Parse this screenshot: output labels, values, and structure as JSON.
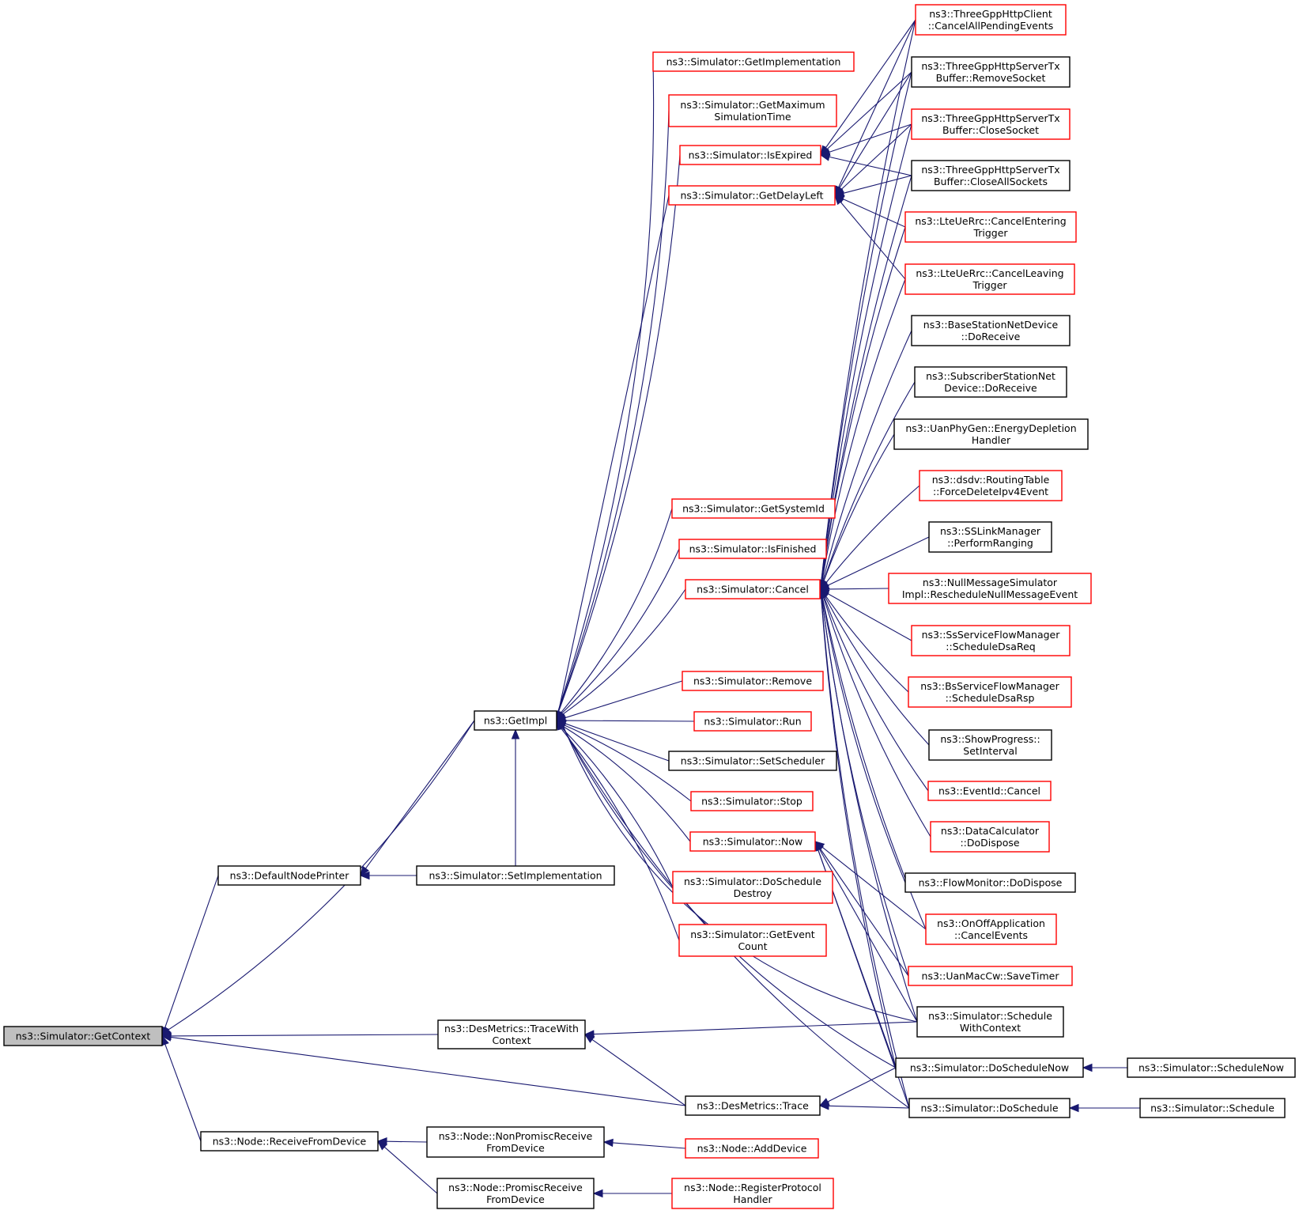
{
  "graph": {
    "edge_color": "#191970",
    "node_border_colors": {
      "documented": "#000000",
      "truncated": "#ff0000"
    },
    "root_fill": "#bfbfbf",
    "nodes": [
      {
        "id": "getcontext",
        "lines": [
          "ns3::Simulator::GetContext"
        ],
        "border": "black",
        "root": true
      },
      {
        "id": "defaultnodeprinter",
        "lines": [
          "ns3::DefaultNodePrinter"
        ],
        "border": "black"
      },
      {
        "id": "receivefromdevice",
        "lines": [
          "ns3::Node::ReceiveFromDevice"
        ],
        "border": "black"
      },
      {
        "id": "getimpl",
        "lines": [
          "ns3::GetImpl"
        ],
        "border": "black"
      },
      {
        "id": "setimplementation",
        "lines": [
          "ns3::Simulator::SetImplementation"
        ],
        "border": "black"
      },
      {
        "id": "tracewithcontext",
        "lines": [
          "ns3::DesMetrics::TraceWith",
          "Context"
        ],
        "border": "black"
      },
      {
        "id": "nonpromisc",
        "lines": [
          "ns3::Node::NonPromiscReceive",
          "FromDevice"
        ],
        "border": "black"
      },
      {
        "id": "promisc",
        "lines": [
          "ns3::Node::PromiscReceive",
          "FromDevice"
        ],
        "border": "black"
      },
      {
        "id": "getimplementation",
        "lines": [
          "ns3::Simulator::GetImplementation"
        ],
        "border": "red"
      },
      {
        "id": "getmaxsimtime",
        "lines": [
          "ns3::Simulator::GetMaximum",
          "SimulationTime"
        ],
        "border": "red"
      },
      {
        "id": "isexpired",
        "lines": [
          "ns3::Simulator::IsExpired"
        ],
        "border": "red"
      },
      {
        "id": "getdelayleft",
        "lines": [
          "ns3::Simulator::GetDelayLeft"
        ],
        "border": "red"
      },
      {
        "id": "getsystemid",
        "lines": [
          "ns3::Simulator::GetSystemId"
        ],
        "border": "red"
      },
      {
        "id": "isfinished",
        "lines": [
          "ns3::Simulator::IsFinished"
        ],
        "border": "red"
      },
      {
        "id": "cancel",
        "lines": [
          "ns3::Simulator::Cancel"
        ],
        "border": "red"
      },
      {
        "id": "remove",
        "lines": [
          "ns3::Simulator::Remove"
        ],
        "border": "red"
      },
      {
        "id": "run",
        "lines": [
          "ns3::Simulator::Run"
        ],
        "border": "red"
      },
      {
        "id": "setscheduler",
        "lines": [
          "ns3::Simulator::SetScheduler"
        ],
        "border": "black"
      },
      {
        "id": "stop",
        "lines": [
          "ns3::Simulator::Stop"
        ],
        "border": "red"
      },
      {
        "id": "now",
        "lines": [
          "ns3::Simulator::Now"
        ],
        "border": "red"
      },
      {
        "id": "doscheduledestroy",
        "lines": [
          "ns3::Simulator::DoSchedule",
          "Destroy"
        ],
        "border": "red"
      },
      {
        "id": "geteventcount",
        "lines": [
          "ns3::Simulator::GetEvent",
          "Count"
        ],
        "border": "red"
      },
      {
        "id": "trace",
        "lines": [
          "ns3::DesMetrics::Trace"
        ],
        "border": "black"
      },
      {
        "id": "adddevice",
        "lines": [
          "ns3::Node::AddDevice"
        ],
        "border": "red"
      },
      {
        "id": "registerprotocol",
        "lines": [
          "ns3::Node::RegisterProtocol",
          "Handler"
        ],
        "border": "red"
      },
      {
        "id": "httpclientcancel",
        "lines": [
          "ns3::ThreeGppHttpClient",
          "::CancelAllPendingEvents"
        ],
        "border": "red"
      },
      {
        "id": "removesocket",
        "lines": [
          "ns3::ThreeGppHttpServerTx",
          "Buffer::RemoveSocket"
        ],
        "border": "black"
      },
      {
        "id": "closesocket",
        "lines": [
          "ns3::ThreeGppHttpServerTx",
          "Buffer::CloseSocket"
        ],
        "border": "red"
      },
      {
        "id": "closeallsockets",
        "lines": [
          "ns3::ThreeGppHttpServerTx",
          "Buffer::CloseAllSockets"
        ],
        "border": "black"
      },
      {
        "id": "cancelentering",
        "lines": [
          "ns3::LteUeRrc::CancelEntering",
          "Trigger"
        ],
        "border": "red"
      },
      {
        "id": "cancelleaving",
        "lines": [
          "ns3::LteUeRrc::CancelLeaving",
          "Trigger"
        ],
        "border": "red"
      },
      {
        "id": "bsnetdevice",
        "lines": [
          "ns3::BaseStationNetDevice",
          "::DoReceive"
        ],
        "border": "black"
      },
      {
        "id": "ssnetdevice",
        "lines": [
          "ns3::SubscriberStationNet",
          "Device::DoReceive"
        ],
        "border": "black"
      },
      {
        "id": "uanphygen",
        "lines": [
          "ns3::UanPhyGen::EnergyDepletion",
          "Handler"
        ],
        "border": "black"
      },
      {
        "id": "dsdv",
        "lines": [
          "ns3::dsdv::RoutingTable",
          "::ForceDeleteIpv4Event"
        ],
        "border": "red"
      },
      {
        "id": "sslinkmanager",
        "lines": [
          "ns3::SSLinkManager",
          "::PerformRanging"
        ],
        "border": "black"
      },
      {
        "id": "nullmessage",
        "lines": [
          "ns3::NullMessageSimulator",
          "Impl::RescheduleNullMessageEvent"
        ],
        "border": "red"
      },
      {
        "id": "ssserviceflow",
        "lines": [
          "ns3::SsServiceFlowManager",
          "::ScheduleDsaReq"
        ],
        "border": "red"
      },
      {
        "id": "bsserviceflow",
        "lines": [
          "ns3::BsServiceFlowManager",
          "::ScheduleDsaRsp"
        ],
        "border": "red"
      },
      {
        "id": "showprogress",
        "lines": [
          "ns3::ShowProgress::",
          "SetInterval"
        ],
        "border": "black"
      },
      {
        "id": "eventidcancel",
        "lines": [
          "ns3::EventId::Cancel"
        ],
        "border": "red"
      },
      {
        "id": "datacalculator",
        "lines": [
          "ns3::DataCalculator",
          "::DoDispose"
        ],
        "border": "red"
      },
      {
        "id": "flowmonitor",
        "lines": [
          "ns3::FlowMonitor::DoDispose"
        ],
        "border": "black"
      },
      {
        "id": "onoffapp",
        "lines": [
          "ns3::OnOffApplication",
          "::CancelEvents"
        ],
        "border": "red"
      },
      {
        "id": "uanmaccw",
        "lines": [
          "ns3::UanMacCw::SaveTimer"
        ],
        "border": "red"
      },
      {
        "id": "schedulewithcontext",
        "lines": [
          "ns3::Simulator::Schedule",
          "WithContext"
        ],
        "border": "black"
      },
      {
        "id": "doschedulenow",
        "lines": [
          "ns3::Simulator::DoScheduleNow"
        ],
        "border": "black"
      },
      {
        "id": "doschedule",
        "lines": [
          "ns3::Simulator::DoSchedule"
        ],
        "border": "black"
      },
      {
        "id": "schedulenow",
        "lines": [
          "ns3::Simulator::ScheduleNow"
        ],
        "border": "black"
      },
      {
        "id": "schedule",
        "lines": [
          "ns3::Simulator::Schedule"
        ],
        "border": "black"
      }
    ]
  }
}
